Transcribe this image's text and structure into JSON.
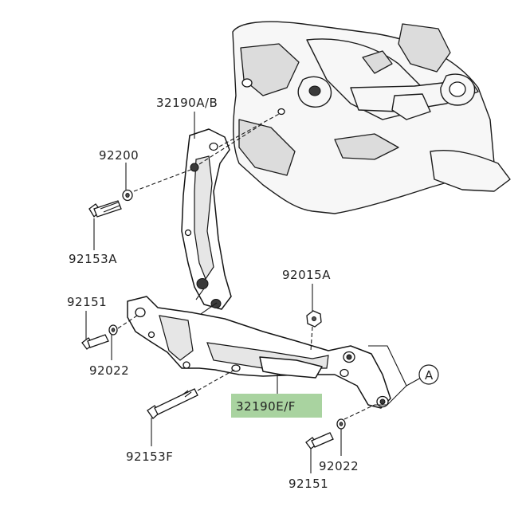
{
  "labels": {
    "bracket_upper": "32190A/B",
    "washer_upper": "92200",
    "bolt_upper": "92153A",
    "bolt_left": "92151",
    "washer_left": "92022",
    "bolt_lower": "92153F",
    "nut": "92015A",
    "bracket_lower": "32190E/F",
    "ref_a": "A",
    "washer_right": "92022",
    "bolt_right": "92151"
  },
  "colors": {
    "highlight": "#a9d3a0",
    "line": "#1a1a1a"
  }
}
